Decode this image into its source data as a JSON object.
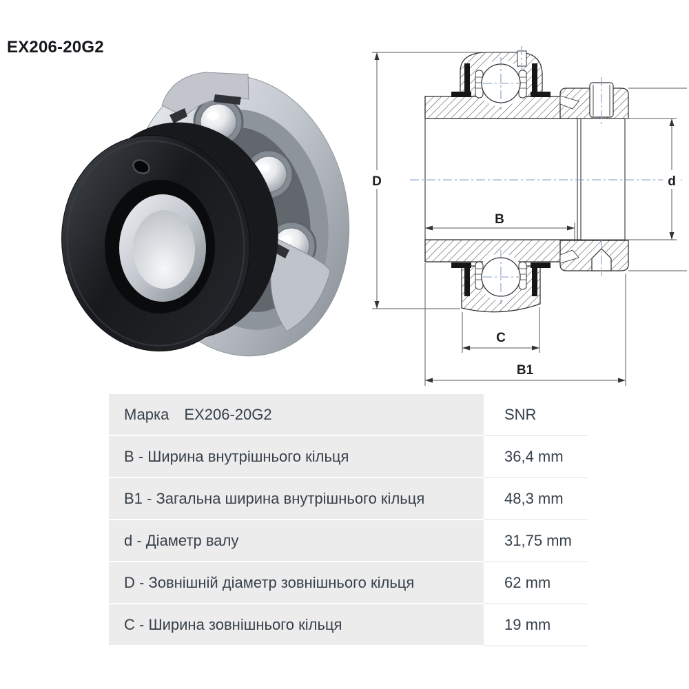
{
  "product": {
    "code": "EX206-20G2"
  },
  "diagram": {
    "labels": {
      "D": "D",
      "d": "d",
      "B": "B",
      "C": "C",
      "B1": "B1"
    }
  },
  "table": {
    "header": {
      "label": "Марка",
      "code": "EX206-20G2",
      "value": "SNR"
    },
    "rows": [
      {
        "label": "B - Ширина внутрішнього кільця",
        "value": "36,4 mm"
      },
      {
        "label": "B1 - Загальна ширина внутрішнього кільця",
        "value": "48,3 mm"
      },
      {
        "label": "d - Діаметр валу",
        "value": "31,75 mm"
      },
      {
        "label": "D - Зовнішній діаметр зовнішнього кільця",
        "value": "62 mm"
      },
      {
        "label": "C - Ширина зовнішнього кільця",
        "value": "19 mm"
      }
    ]
  },
  "colors": {
    "text": "#37404a",
    "label_bg": "#ececec",
    "line": "#333333",
    "centerline": "#7fa0c4",
    "collar_black": "#17191c",
    "metal_light": "#e8eaee",
    "metal_dark": "#82888f"
  }
}
